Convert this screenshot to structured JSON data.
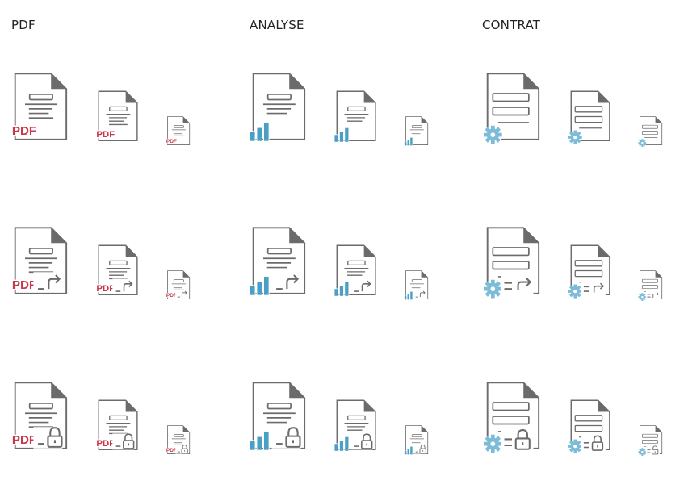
{
  "columns": [
    {
      "title": "PDF",
      "type": "pdf",
      "badge_text": "PDF",
      "rows": [
        "base",
        "share",
        "lock"
      ]
    },
    {
      "title": "ANALYSE",
      "type": "analyse",
      "rows": [
        "base",
        "share",
        "lock"
      ]
    },
    {
      "title": "CONTRAT",
      "type": "contrat",
      "rows": [
        "base",
        "share",
        "lock"
      ]
    }
  ],
  "colors": {
    "outline": "#6b6b6b",
    "pdf_red": "#c8374a",
    "chart_blue": "#4a9fc4",
    "gear_blue": "#7dbcd8"
  },
  "icon_names": {
    "pdf": "pdf-file-icon",
    "analyse": "analysis-file-icon",
    "contrat": "contract-file-icon"
  }
}
